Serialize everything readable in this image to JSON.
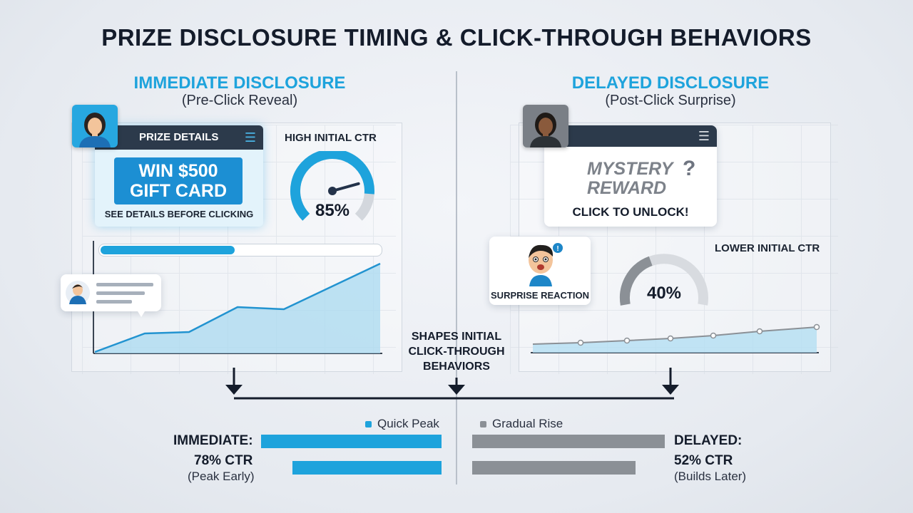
{
  "title": "PRIZE DISCLOSURE TIMING & CLICK-THROUGH BEHAVIORS",
  "immediate": {
    "heading": "IMMEDIATE DISCLOSURE",
    "subheading": "(Pre-Click Reveal)",
    "card_header": "PRIZE DETAILS",
    "prize_line1": "WIN $500",
    "prize_line2": "GIFT CARD",
    "card_footer": "SEE DETAILS BEFORE CLICKING",
    "gauge_label": "HIGH INITIAL CTR",
    "gauge_value": "85%",
    "gauge_fraction": 0.85,
    "progress_fraction": 0.48
  },
  "delayed": {
    "heading": "DELAYED DISCLOSURE",
    "subheading": "(Post-Click Surprise)",
    "mystery_line1": "MYSTERY",
    "mystery_line2": "REWARD",
    "mystery_mark": "?",
    "unlock_label": "CLICK TO UNLOCK!",
    "reaction_label": "SURPRISE REACTION",
    "gauge_label": "LOWER INITIAL CTR",
    "gauge_value": "40%",
    "gauge_fraction": 0.4
  },
  "center_note": {
    "line1": "SHAPES INITIAL",
    "line2": "CLICK-THROUGH",
    "line3": "BEHAVIORS"
  },
  "legend": {
    "quick": "Quick Peak",
    "gradual": "Gradual Rise"
  },
  "summary": {
    "immediate_title": "IMMEDIATE:",
    "immediate_value": "78% CTR",
    "immediate_note": "(Peak Early)",
    "delayed_title": "DELAYED:",
    "delayed_value": "52% CTR",
    "delayed_note": "(Builds Later)"
  },
  "colors": {
    "accent_blue": "#1ea3dc",
    "gray": "#8b9096",
    "dark": "#2c3a4b"
  }
}
